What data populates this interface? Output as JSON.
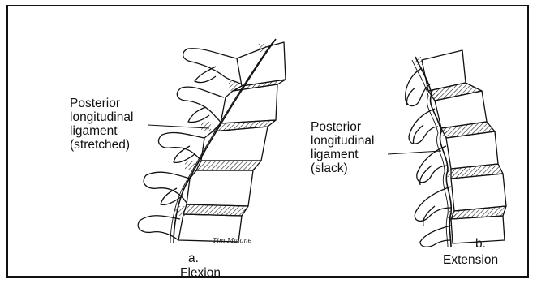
{
  "figure": {
    "panel_a": {
      "ligament_label_lines": [
        "Posterior",
        "longitudinal",
        "ligament",
        "(stretched)"
      ],
      "letter": "a.",
      "caption": "Flexion"
    },
    "panel_b": {
      "ligament_label_lines": [
        "Posterior",
        "longitudinal",
        "ligament",
        "(slack)"
      ],
      "letter": "b.",
      "caption": "Extension"
    },
    "signature": "Tim Malone"
  }
}
